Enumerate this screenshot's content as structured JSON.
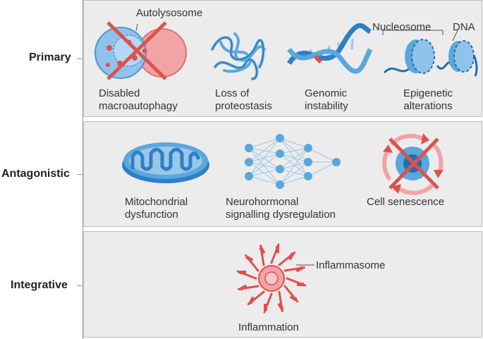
{
  "rows": [
    {
      "label": "Primary"
    },
    {
      "label": "Antagonistic"
    },
    {
      "label": "Integrative"
    }
  ],
  "primary": {
    "autolysosome_label": "Autolysosome",
    "nucleosome_label": "Nucleosome",
    "dna_label": "DNA",
    "items": [
      {
        "line1": "Disabled",
        "line2": "macroautophagy"
      },
      {
        "line1": "Loss of",
        "line2": "proteostasis"
      },
      {
        "line1": "Genomic",
        "line2": "instability"
      },
      {
        "line1": "Epigenetic",
        "line2": "alterations"
      }
    ]
  },
  "antagonistic": {
    "items": [
      {
        "line1": "Mitochondrial",
        "line2": "dysfunction"
      },
      {
        "line1": "Neurohormonal",
        "line2": "signalling dysregulation"
      },
      {
        "line1": "Cell senescence",
        "line2": ""
      }
    ]
  },
  "integrative": {
    "inflammasome_label": "Inflammasome",
    "item": "Inflammation"
  },
  "colors": {
    "panel": "#ececec",
    "blue": "#5aa7dc",
    "dark_blue": "#1f6fb0",
    "red": "#e0504e",
    "pink": "#f2a3a6"
  }
}
